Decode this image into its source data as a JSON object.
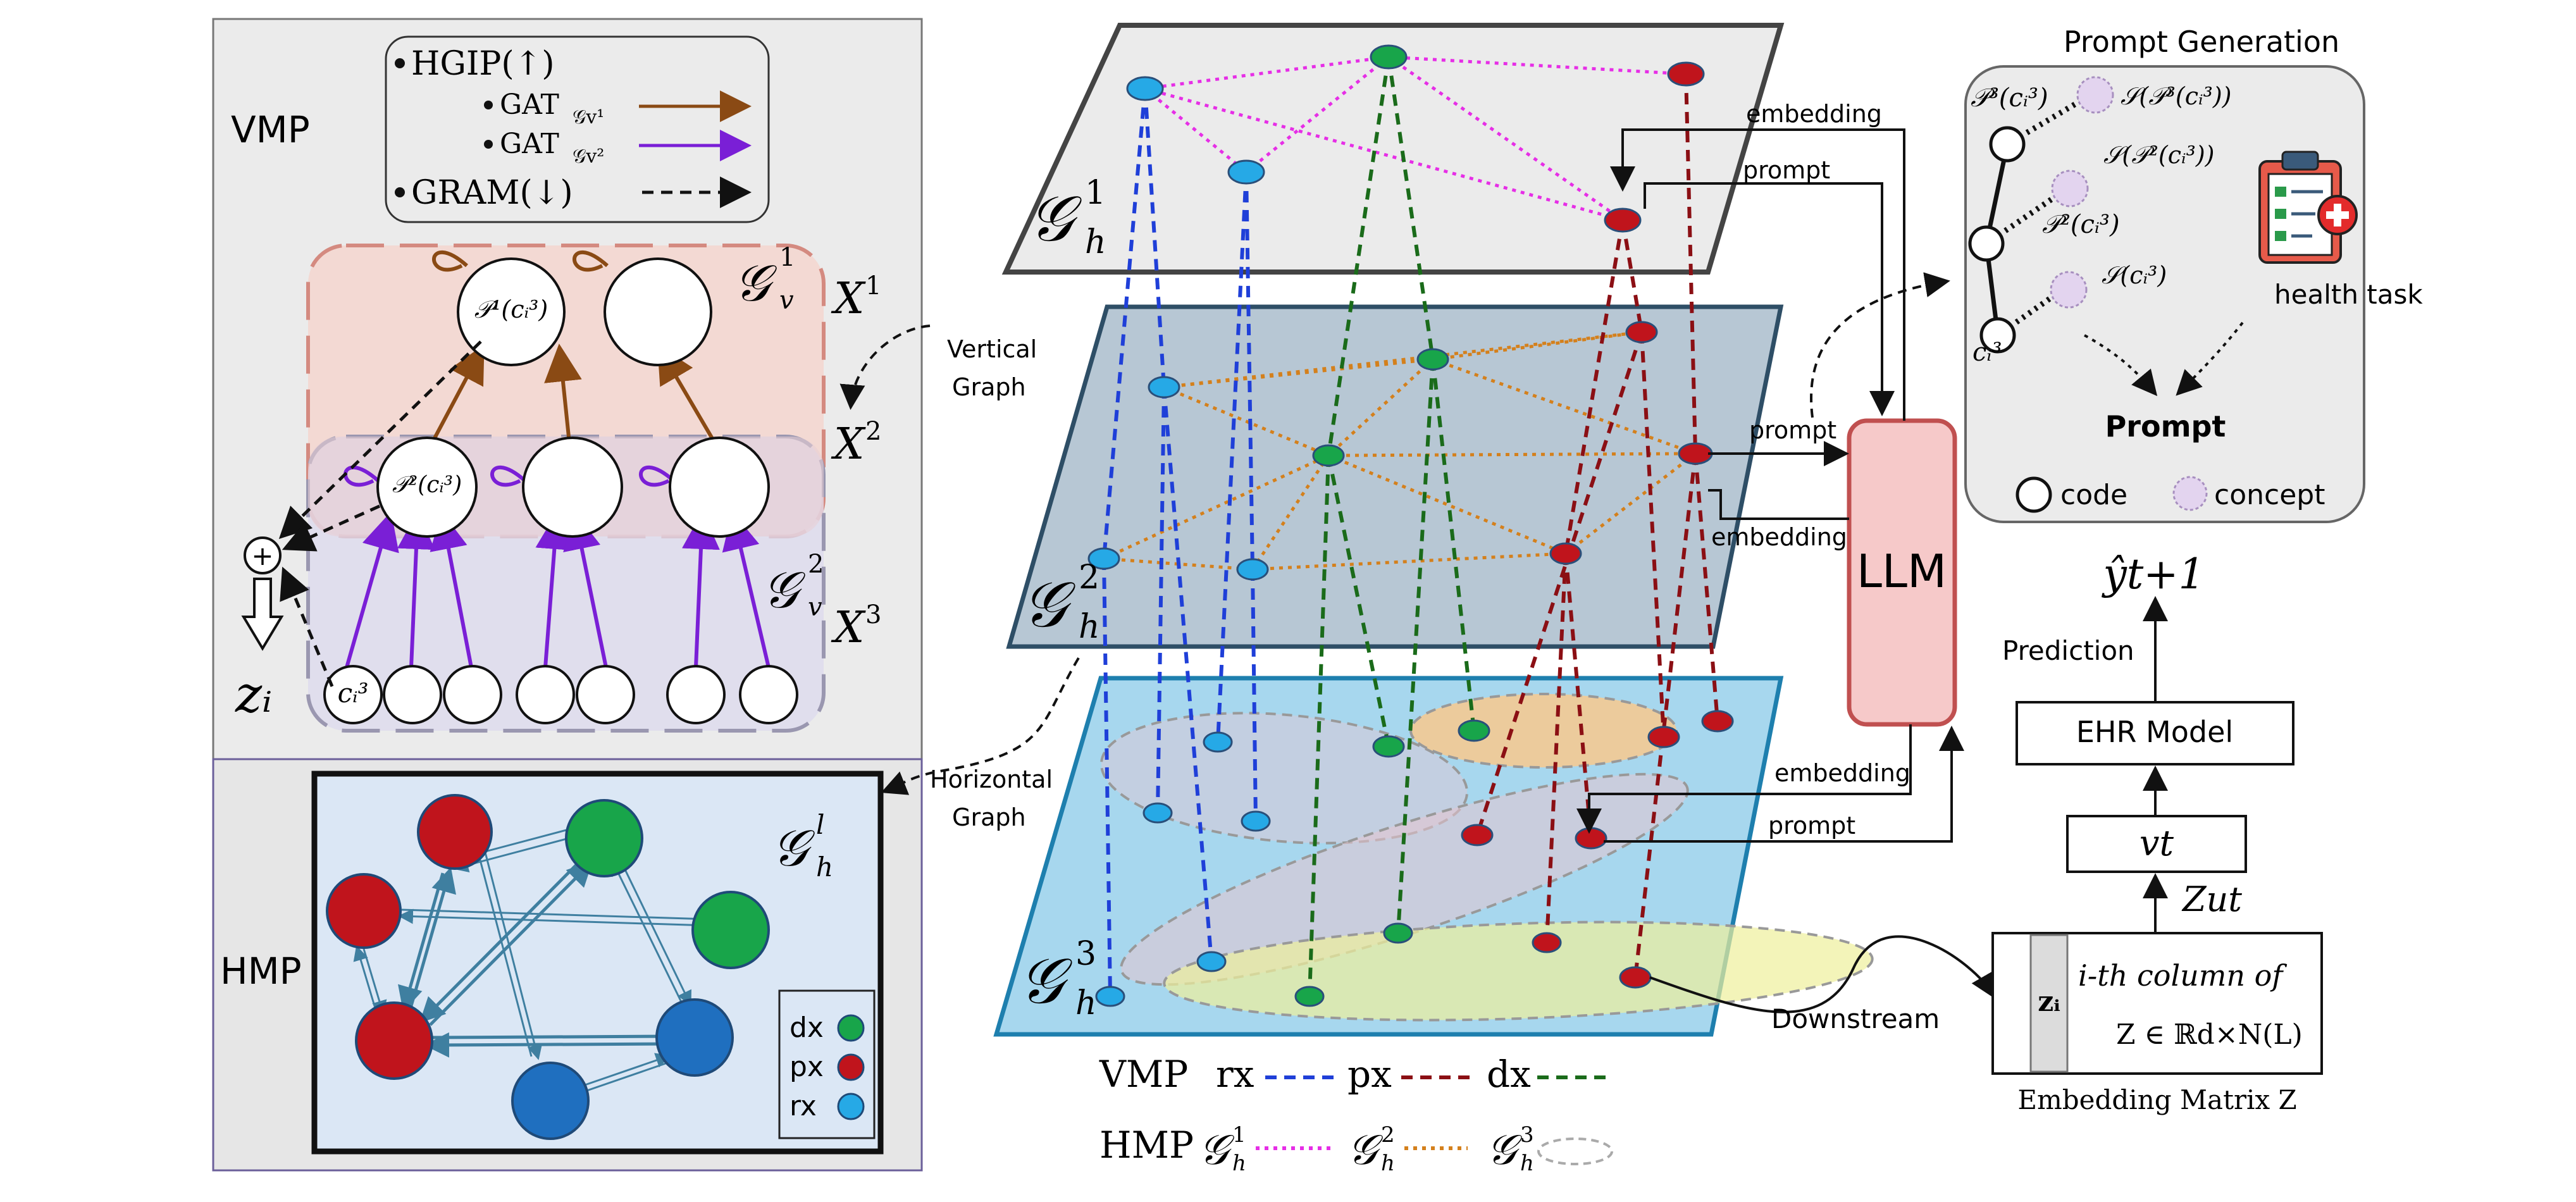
{
  "left_panel": {
    "vmp_label": "VMP",
    "hmp_label": "HMP",
    "legend": {
      "hgip": "HGIP(↑)",
      "gat1": "GAT",
      "gat1_sub": "𝒢v¹",
      "gat2": "GAT",
      "gat2_sub": "𝒢v²",
      "gram": "GRAM(↓)"
    },
    "layer_labels": {
      "x1": "X",
      "x1_sup": "1",
      "x2": "X",
      "x2_sup": "2",
      "x3": "X",
      "x3_sup": "3"
    },
    "graph_labels": {
      "gv1": "𝒢",
      "gv1_sup": "1",
      "gv1_sub": "v",
      "gv2": "𝒢",
      "gv2_sup": "2",
      "gv2_sub": "v"
    },
    "node_labels": {
      "p1": "𝒫¹(cᵢ³)",
      "p2": "𝒫²(cᵢ³)",
      "ci": "cᵢ³"
    },
    "zi": "zᵢ",
    "plus": "+",
    "hmp_graph_label": "𝒢",
    "hmp_graph_sup": "l",
    "hmp_graph_sub": "h",
    "hmp_legend": [
      {
        "label": "dx",
        "color": "#18a54a"
      },
      {
        "label": "px",
        "color": "#c0141c"
      },
      {
        "label": "rx",
        "color": "#26a9e6"
      }
    ]
  },
  "middle": {
    "planes": [
      {
        "name": "𝒢",
        "sup": "1",
        "sub": "h"
      },
      {
        "name": "𝒢",
        "sup": "2",
        "sub": "h"
      },
      {
        "name": "𝒢",
        "sup": "3",
        "sub": "h"
      }
    ],
    "vertical_graph": [
      "Vertical",
      "Graph"
    ],
    "horizontal_graph": [
      "Horizontal",
      "Graph"
    ],
    "arrows": {
      "embedding_top": "embedding",
      "prompt_top": "prompt",
      "prompt_mid": "prompt",
      "embedding_mid": "embedding",
      "embedding_bot": "embedding",
      "prompt_bot": "prompt",
      "downstream": "Downstream"
    },
    "llm": "LLM",
    "legend_vmp": {
      "label": "VMP",
      "items": [
        "rx",
        "px",
        "dx"
      ]
    },
    "legend_hmp": {
      "label": "HMP"
    }
  },
  "right": {
    "prompt_generation_title": "Prompt Generation",
    "tree_labels": {
      "p3": "𝒫³(cᵢ³)",
      "s_p3": "𝒮(𝒫³(cᵢ³))",
      "s_p2": "𝒮(𝒫²(cᵢ³))",
      "p2": "𝒫²(cᵢ³)",
      "s_c": "𝒮(cᵢ³)",
      "c": "cᵢ³"
    },
    "health_task": "health task",
    "prompt": "Prompt",
    "legend_code": "code",
    "legend_concept": "concept",
    "y_hat": "ŷt+1",
    "prediction": "Prediction",
    "ehr_model": "EHR Model",
    "v_t": "vt",
    "z_u_t": "Zut",
    "matrix_zi": "zᵢ",
    "matrix_line1": "i-th column of",
    "matrix_line2": "Z ∈ ℝd×N(L)",
    "matrix_caption": "Embedding Matrix Z"
  },
  "colors": {
    "rx": "#1f3fd8",
    "px": "#8b0f14",
    "dx": "#1a6b1a",
    "hmp1": "#e62ee6",
    "hmp2": "#d4801c",
    "hmp3": "#aaaaaa",
    "llm_fill": "#f6c9c9",
    "llm_stroke": "#c05050"
  }
}
